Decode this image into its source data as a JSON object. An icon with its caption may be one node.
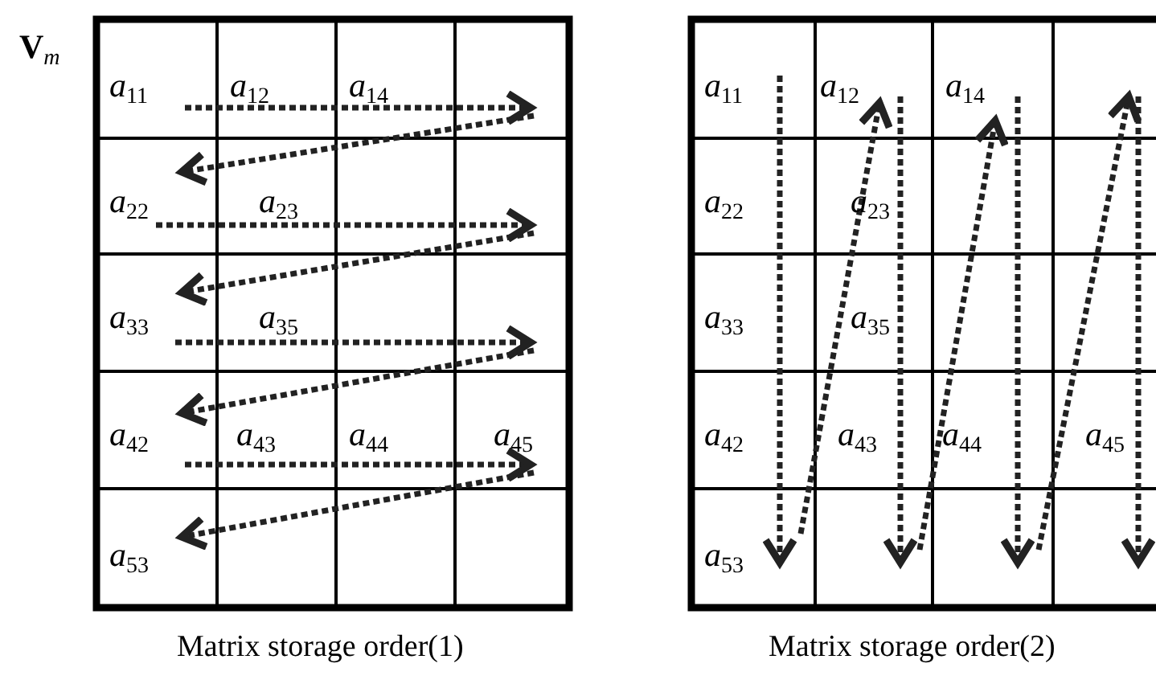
{
  "diagram": {
    "labels": [
      "**V**$_{m}$",
      "*a*$_{11}$",
      "*a*$_{12}$",
      "*a*$_{14}$",
      "*a*$_{22}$",
      "*a*$_{23}$",
      "*a*$_{33}$",
      "*a*$_{35}$",
      "*a*$_{42}$",
      "*a*$_{43}$",
      "*a*$_{44}$",
      "*a*$_{45}$",
      "*a*$_{53}$",
      "Matrix storage order(1)",
      "*a*$_{11}$",
      "*a*$_{12}$",
      "*a*$_{14}$",
      "*a*$_{22}$",
      "*a*$_{23}$",
      "*a*$_{33}$",
      "*a*$_{35}$",
      "*a*$_{42}$",
      "*a*$_{43}$",
      "*a*$_{44}$",
      "*a*$_{45}$",
      "*a*$_{53}$",
      "Matrix storage order(2)"
    ]
  }
}
